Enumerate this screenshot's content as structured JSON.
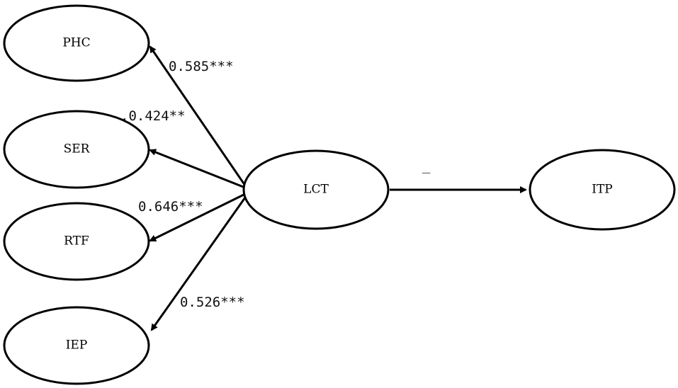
{
  "diagram": {
    "nodes": {
      "phc": "PHC",
      "ser": "SER",
      "rtf": "RTF",
      "iep": "IEP",
      "lct": "LCT",
      "itp": "ITP"
    },
    "edges": {
      "lct_phc": "0.585***",
      "lct_ser": ".0.424**",
      "lct_rtf": "0.646***",
      "lct_iep": "0.526***",
      "lct_itp": "_"
    }
  }
}
